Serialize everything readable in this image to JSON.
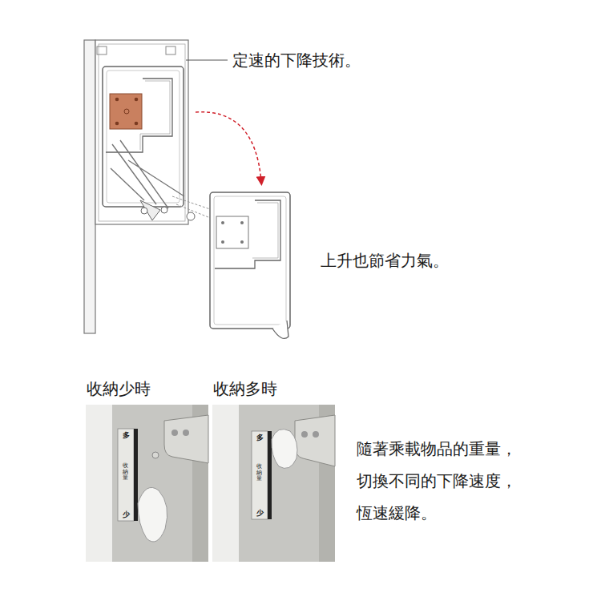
{
  "diagram": {
    "labels": [
      "定速的下降技術。",
      "上升也節省力氣。",
      "收納少時",
      "收納多時",
      "多",
      "收納量",
      "少",
      "多",
      "收納量",
      "少",
      "隨著乘載物品的重量， 切換不同的下降速度， 恆速緩降。"
    ]
  }
}
